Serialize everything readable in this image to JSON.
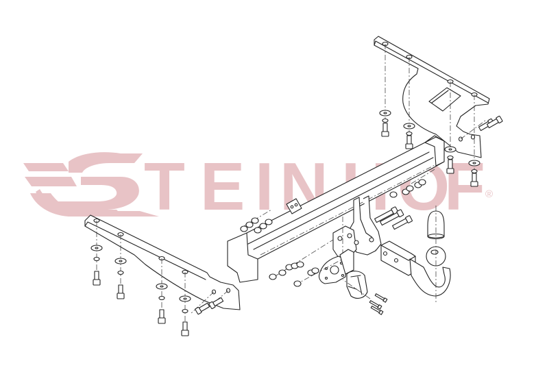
{
  "diagram": {
    "type": "exploded-assembly-drawing",
    "subject": "Detachable tow bar (towbar) assembly",
    "watermark": {
      "brand": "STEINHOF",
      "letters": [
        "T",
        "E",
        "I",
        "N",
        "H",
        "O",
        "F"
      ],
      "registered_mark": "®",
      "color": "#e8c3c6"
    },
    "colors": {
      "line": "#222222",
      "background": "#ffffff",
      "watermark": "#e8c3c6"
    },
    "parts": [
      {
        "id": "left-mounting-bracket",
        "label": "Left chassis mounting bracket"
      },
      {
        "id": "right-mounting-bracket",
        "label": "Right chassis mounting bracket"
      },
      {
        "id": "cross-beam",
        "label": "Main cross beam"
      },
      {
        "id": "receiver-plates",
        "label": "Central receiver plates"
      },
      {
        "id": "detachable-ball-neck",
        "label": "Detachable ball neck"
      },
      {
        "id": "ball-cap",
        "label": "Tow ball cover cap"
      },
      {
        "id": "socket-plate",
        "label": "Electrical socket plate"
      },
      {
        "id": "socket",
        "label": "Electrical socket"
      },
      {
        "id": "bolts",
        "label": "Mounting bolts"
      },
      {
        "id": "washers-nuts",
        "label": "Washers and nuts"
      }
    ]
  }
}
